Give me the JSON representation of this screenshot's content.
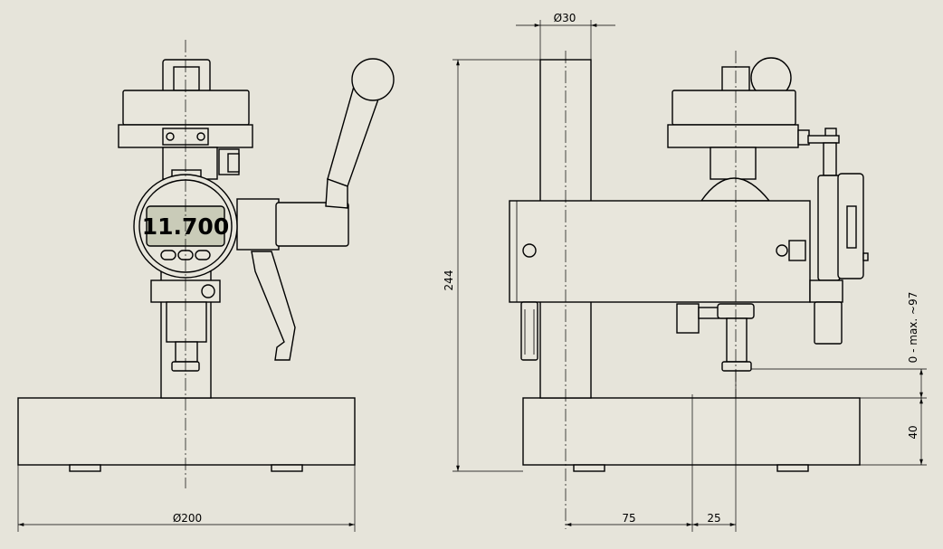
{
  "drawing": {
    "display_reading": "11.700",
    "dim_base_diameter": "Ø200",
    "dim_column_diameter": "Ø30",
    "dim_total_height": "244",
    "dim_base_height": "40",
    "dim_travel": "0 - max. ~97",
    "dim_offset_75": "75",
    "dim_offset_25": "25"
  },
  "colors": {
    "background": "#e6e4da",
    "lines": "#000000",
    "display": "#c9cbb8"
  }
}
